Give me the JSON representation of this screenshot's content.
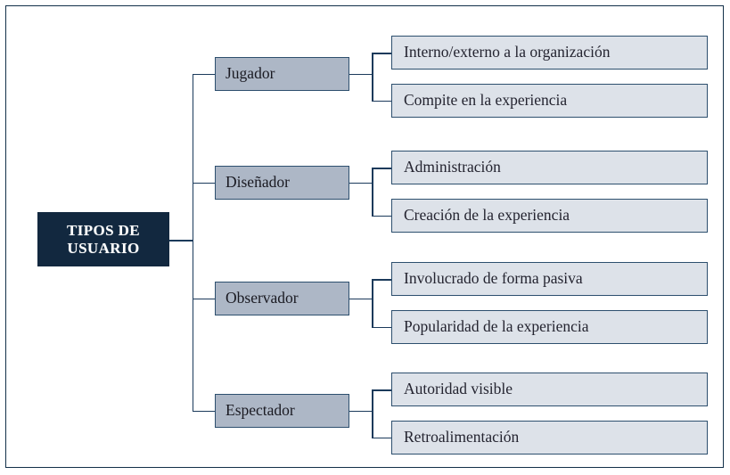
{
  "diagram": {
    "title": "TIPOS DE USUARIO",
    "root": {
      "label_line1": "TIPOS DE",
      "label_line2": "USUARIO",
      "label": "TIPOS DE\nUSUARIO",
      "fill_color": "#12283f",
      "text_color": "#ffffff"
    },
    "palette": {
      "frame_border": "#123049",
      "connector": "#1b3a5b",
      "root_fill": "#12283f",
      "category_fill": "#adb7c6",
      "category_border": "#2d4f6e",
      "leaf_fill": "#dde2e9",
      "leaf_border": "#2d4f6e",
      "page_background": "#ffffff"
    },
    "branches": [
      {
        "label": "Jugador",
        "children": [
          {
            "label": "Interno/externo a la organización"
          },
          {
            "label": "Compite en la experiencia"
          }
        ]
      },
      {
        "label": "Diseñador",
        "children": [
          {
            "label": "Administración"
          },
          {
            "label": "Creación de la experiencia"
          }
        ]
      },
      {
        "label": "Observador",
        "children": [
          {
            "label": "Involucrado de forma pasiva"
          },
          {
            "label": "Popularidad de la experiencia"
          }
        ]
      },
      {
        "label": "Espectador",
        "children": [
          {
            "label": "Autoridad visible"
          },
          {
            "label": "Retroalimentación"
          }
        ]
      }
    ]
  }
}
